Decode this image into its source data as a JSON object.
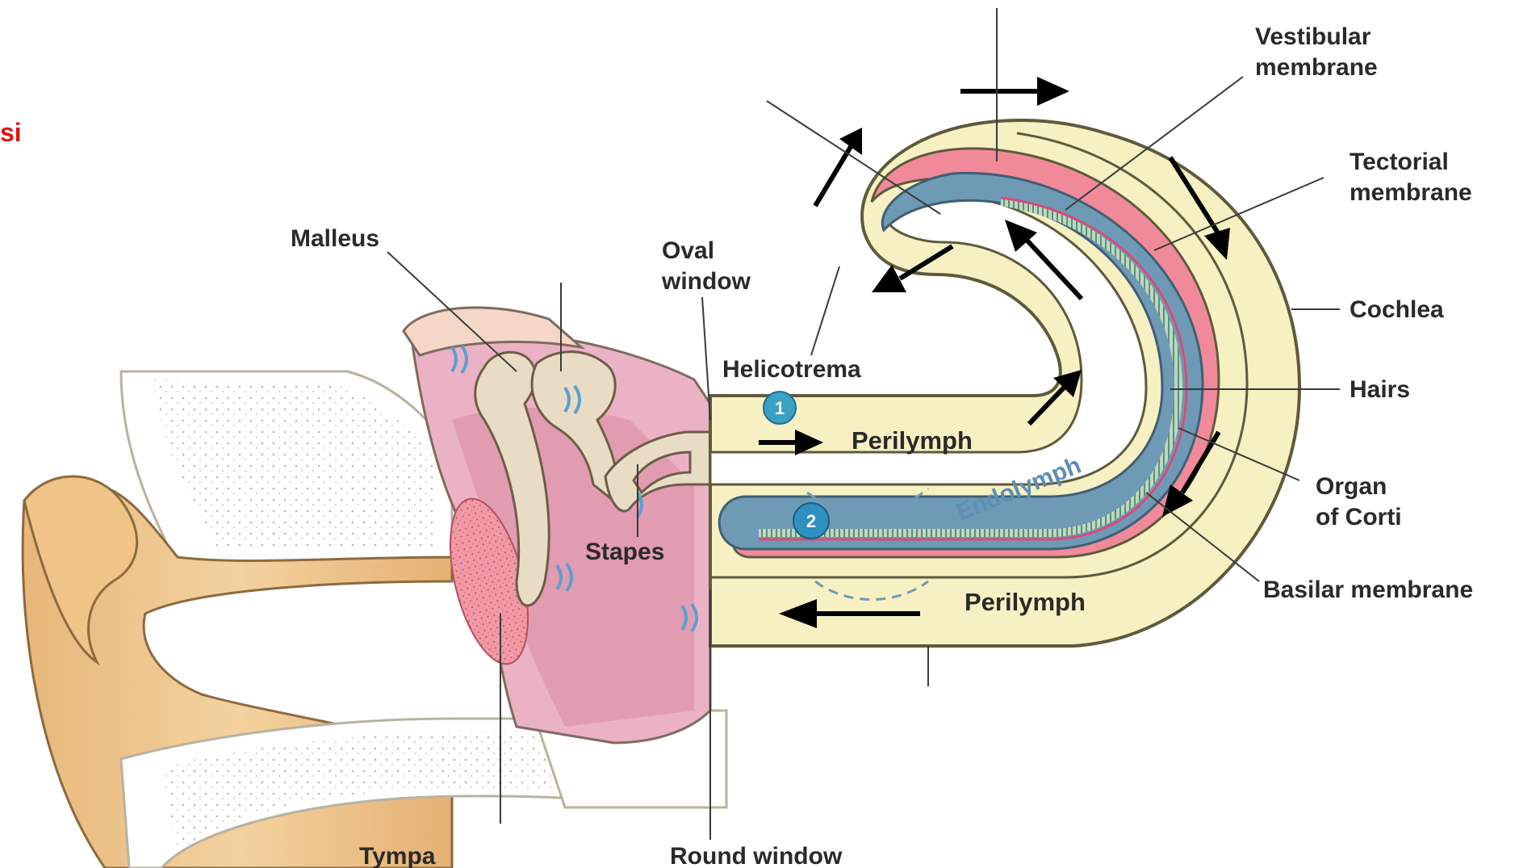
{
  "corner_text": "si",
  "labels": {
    "malleus": "Malleus",
    "oval_window_1": "Oval",
    "oval_window_2": "window",
    "helicotrema": "Helicotrema",
    "stapes": "Stapes",
    "tympanic": "Tympa",
    "round_window": "Round window",
    "perilymph_top": "Perilymph",
    "perilymph_bottom": "Perilymph",
    "endolymph": "Endolymph",
    "vestibular_1": "Vestibular",
    "vestibular_2": "membrane",
    "tectorial_1": "Tectorial",
    "tectorial_2": "membrane",
    "cochlea": "Cochlea",
    "hairs": "Hairs",
    "organ_1": "Organ",
    "organ_2": "of Corti",
    "basilar": "Basilar membrane"
  },
  "markers": {
    "one": "1",
    "two": "2"
  },
  "colors": {
    "perilymph": "#f6f0c2",
    "outline": "#5e5a3c",
    "endolymph": "#6f9ab5",
    "basilar_pink": "#f08a9a",
    "skin": "#f3cf99",
    "middle_ear_pink": "#e9b6c6",
    "marker_blue": "#2f8fc0"
  }
}
